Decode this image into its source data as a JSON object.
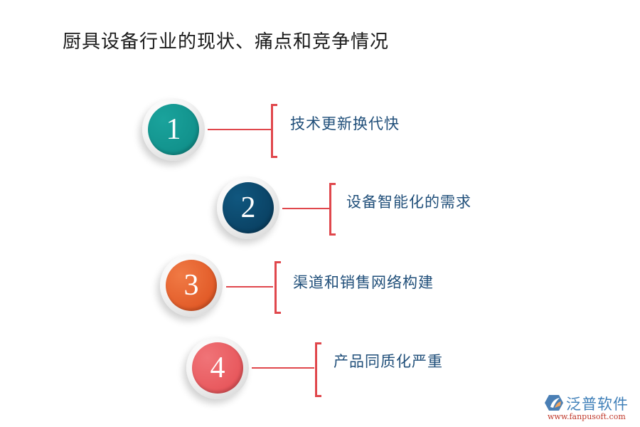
{
  "title": "厨具设备行业的现状、痛点和竞争情况",
  "items": [
    {
      "number": "1",
      "label": "技术更新换代快",
      "color": "#139690"
    },
    {
      "number": "2",
      "label": "设备智能化的需求",
      "color": "#0d4a6e"
    },
    {
      "number": "3",
      "label": "渠道和销售网络构建",
      "color": "#e8612c"
    },
    {
      "number": "4",
      "label": "产品同质化严重",
      "color": "#ea5a5e"
    }
  ],
  "accent_color": "#e0474c",
  "logo": {
    "name": "泛普软件",
    "url": "www.fanpusoft.com",
    "icon": "fanpu-logo-icon"
  }
}
